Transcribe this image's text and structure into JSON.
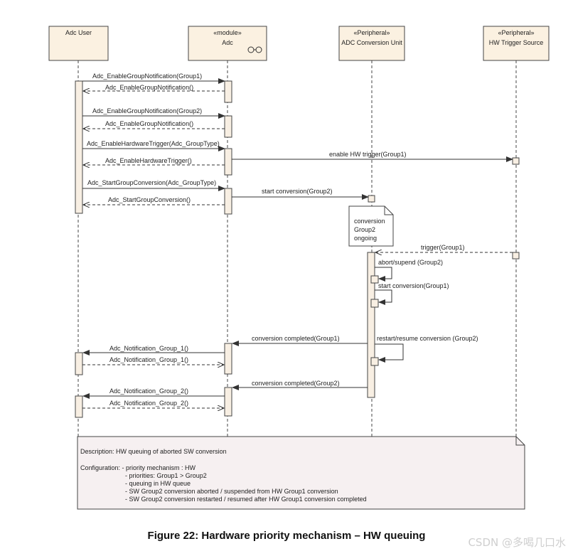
{
  "lifelines": [
    {
      "stereotype": "",
      "name": "Adc User"
    },
    {
      "stereotype": "«module»",
      "name": "Adc"
    },
    {
      "stereotype": "«Peripheral»",
      "name": "ADC Conversion Unit"
    },
    {
      "stereotype": "«Peripheral»",
      "name": "HW Trigger Source"
    }
  ],
  "messages": [
    "Adc_EnableGroupNotification(Group1)",
    "Adc_EnableGroupNotification()",
    "Adc_EnableGroupNotification(Group2)",
    "Adc_EnableGroupNotification()",
    "Adc_EnableHardwareTrigger(Adc_GroupType)",
    "enable HW trigger(Group1)",
    "Adc_EnableHardwareTrigger()",
    "Adc_StartGroupConversion(Adc_GroupType)",
    "start conversion(Group2)",
    "Adc_StartGroupConversion()",
    "trigger(Group1)",
    "abort/supend (Group2)",
    "start conversion(Group1)",
    "conversion completed(Group1)",
    "restart/resume conversion (Group2)",
    "Adc_Notification_Group_1()",
    "Adc_Notification_Group_1()",
    "conversion completed(Group2)",
    "Adc_Notification_Group_2()",
    "Adc_Notification_Group_2()"
  ],
  "note": [
    "conversion",
    "Group2",
    "ongoing"
  ],
  "description": {
    "line1": "Description: HW queuing of aborted SW conversion",
    "line2": "Configuration: - priority mechanism : HW",
    "line3": "- priorities: Group1 > Group2",
    "line4": "- queuing in HW queue",
    "line5": "- SW Group2 conversion aborted / suspended from HW Group1 conversion",
    "line6": "- SW Group2 conversion restarted / resumed after HW Group1 conversion completed"
  },
  "caption": "Figure 22: Hardware priority mechanism – HW queuing",
  "watermark": "CSDN @多喝几口水",
  "colors": {
    "box_fill": "#fbf1e1",
    "activation_fill": "#f8efe3",
    "description_fill": "#f6f0f1",
    "line": "#333333"
  }
}
